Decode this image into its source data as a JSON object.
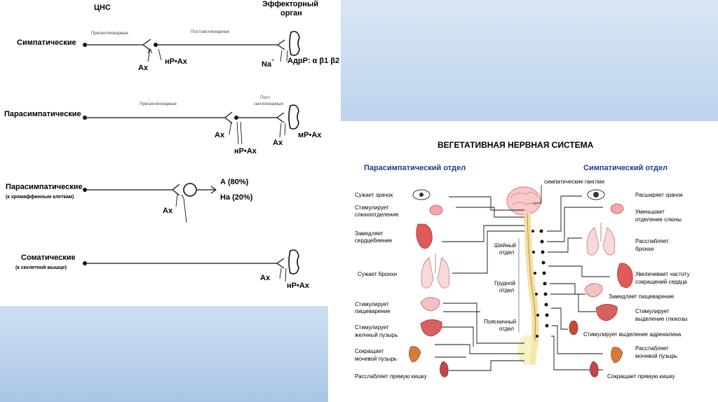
{
  "left_diagram": {
    "header_cns": "ЦНС",
    "header_effector_line1": "Эффекторный",
    "header_effector_line2": "орган",
    "rows": [
      {
        "title": "Симпатические",
        "subtitle": "",
        "pre_label": "Преганглионарные",
        "post_label": "Постганглионарные",
        "ax": "Ax",
        "receptor1": "нР•Ах",
        "mediator": "Na",
        "receptor2": "АдрР: α β1 β2"
      },
      {
        "title": "Парасимпатические",
        "subtitle": "",
        "pre_label": "Преганглионарные",
        "post_label_line1": "Пост-",
        "post_label_line2": "ганглионарные",
        "ax1": "Ax",
        "receptor1": "нР•Ах",
        "ax2": "Ax",
        "receptor2": "мР•Ах"
      },
      {
        "title": "Парасимпатические",
        "subtitle": "(к хромаффинным клеткам)",
        "ax": "Ax",
        "out1": "А (80%)",
        "out2": "На (20%)"
      },
      {
        "title": "Соматические",
        "subtitle": "(к скелетной мышце)",
        "ax": "Ax",
        "receptor": "нР•Ах"
      }
    ]
  },
  "right_diagram": {
    "title": "ВЕГЕТАТИВНАЯ НЕРВНАЯ СИСТЕМА",
    "left_header": "Парасимпатический отдел",
    "right_header": "Симпатический отдел",
    "ganglia_label": "симпатические ганглии",
    "sections": [
      "Шейный отдел",
      "Грудной отдел",
      "Поясничный отдел"
    ],
    "left_items": [
      "Сужает зрачок",
      "Стимулирует слюноотделение",
      "Замедляет сердцебиение",
      "Сужает бронхи",
      "Стимулирует пищеварение",
      "Стимулирует желчный пузырь",
      "Сокращает мочевой пузырь",
      "Расслабляет прямую кишку"
    ],
    "right_items": [
      "Расширяет зрачок",
      "Уменьшает отделение слюны",
      "Расслабляет бронхи",
      "Увеличивает частоту сокращений сердца",
      "Замедляет пищеварение",
      "Стимулирует выделение глюкозы",
      "Стимулирует выделение адреналина",
      "Расслабляет мочевой пузырь",
      "Сокращает прямую кишку"
    ]
  }
}
